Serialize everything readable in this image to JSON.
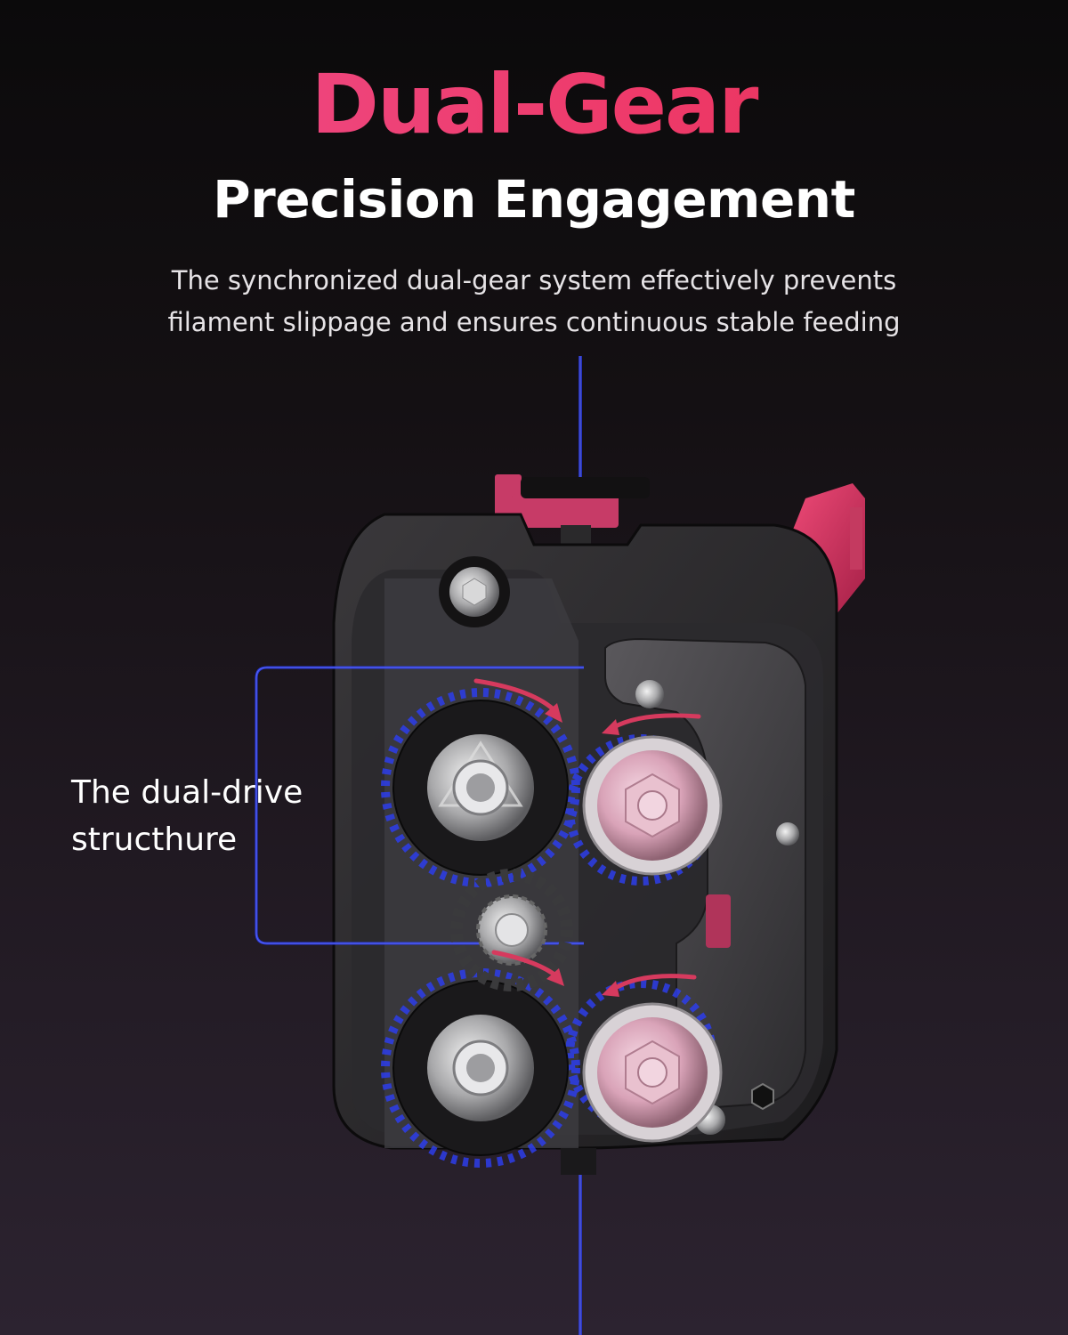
{
  "heading": {
    "title": "Dual-Gear",
    "subtitle": "Precision Engagement"
  },
  "description": {
    "line1": "The synchronized dual-gear system effectively prevents",
    "line2": "filament slippage and ensures continuous stable feeding"
  },
  "callout": {
    "line1": "The dual-drive",
    "line2": "structhure"
  },
  "colors": {
    "accent": "#ee3a6a",
    "highlight_blue": "#2b3cf0",
    "background": "#141013"
  },
  "icons": [
    "extruder-illustration",
    "drive-gear-icon",
    "idler-gear-icon",
    "pinion-gear-icon",
    "direction-arrow-icon"
  ]
}
